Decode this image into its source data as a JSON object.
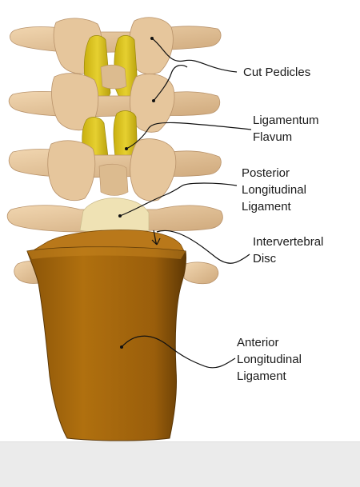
{
  "colors": {
    "bone": "#e8c9a0",
    "bone_shade": "#c9a57a",
    "ligamentum_flavum": "#d9c21c",
    "ligamentum_flavum_shade": "#b29e12",
    "posterior_ligament": "#efe2b4",
    "vertebral_body": "#a8690c",
    "vertebral_body_dark": "#6e4206",
    "disc_top": "#b9781a",
    "leader_line": "#111111",
    "bottom_band": "#ebebeb"
  },
  "labels": {
    "cut_pedicles": [
      "Cut Pedicles"
    ],
    "ligamentum_flavum": [
      "Ligamentum",
      "Flavum"
    ],
    "posterior_longitudinal_ligament": [
      "Posterior",
      "Longitudinal",
      "Ligament"
    ],
    "intervertebral_disc": [
      "Intervertebral",
      "Disc"
    ],
    "anterior_longitudinal_ligament": [
      "Anterior",
      "Longitudinal",
      "Ligament"
    ]
  }
}
